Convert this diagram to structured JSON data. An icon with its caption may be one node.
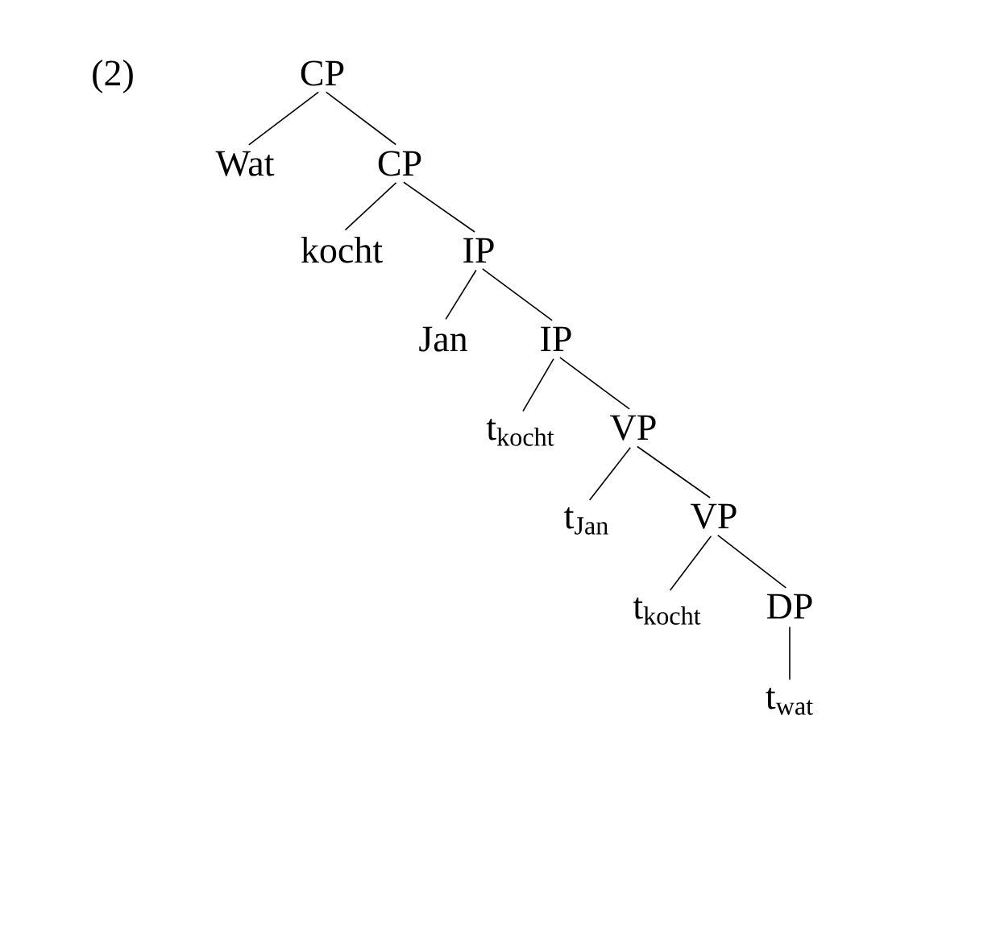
{
  "diagram": {
    "nodes": [
      {
        "text": [
          "CP"
        ]
      },
      {
        "text": [
          "Wat"
        ]
      },
      {
        "text": [
          "CP"
        ]
      },
      {
        "text": [
          "kocht"
        ]
      },
      {
        "text": [
          "IP"
        ]
      },
      {
        "text": [
          "Jan"
        ]
      },
      {
        "text": [
          "IP"
        ]
      },
      {
        "text": [
          "t$_{kocht}$"
        ]
      },
      {
        "text": [
          "VP"
        ]
      },
      {
        "text": [
          "t$_{Jan}$"
        ]
      },
      {
        "text": [
          "VP"
        ]
      },
      {
        "text": [
          "t$_{kocht}$"
        ]
      },
      {
        "text": [
          "DP"
        ]
      },
      {
        "text": [
          "t$_{wat}$"
        ]
      }
    ],
    "edges": [
      {
        "from": 0,
        "to": 1,
        "arrow": "none"
      },
      {
        "from": 0,
        "to": 2,
        "arrow": "none"
      },
      {
        "from": 2,
        "to": 3,
        "arrow": "none"
      },
      {
        "from": 2,
        "to": 4,
        "arrow": "none"
      },
      {
        "from": 4,
        "to": 5,
        "arrow": "none"
      },
      {
        "from": 4,
        "to": 6,
        "arrow": "none"
      },
      {
        "from": 6,
        "to": 7,
        "arrow": "none"
      },
      {
        "from": 6,
        "to": 8,
        "arrow": "none"
      },
      {
        "from": 8,
        "to": 9,
        "arrow": "none"
      },
      {
        "from": 8,
        "to": 10,
        "arrow": "none"
      },
      {
        "from": 10,
        "to": 11,
        "arrow": "none"
      },
      {
        "from": 10,
        "to": 12,
        "arrow": "none"
      },
      {
        "from": 12,
        "to": 13,
        "arrow": "none"
      }
    ],
    "labels": [
      "(2)"
    ]
  }
}
